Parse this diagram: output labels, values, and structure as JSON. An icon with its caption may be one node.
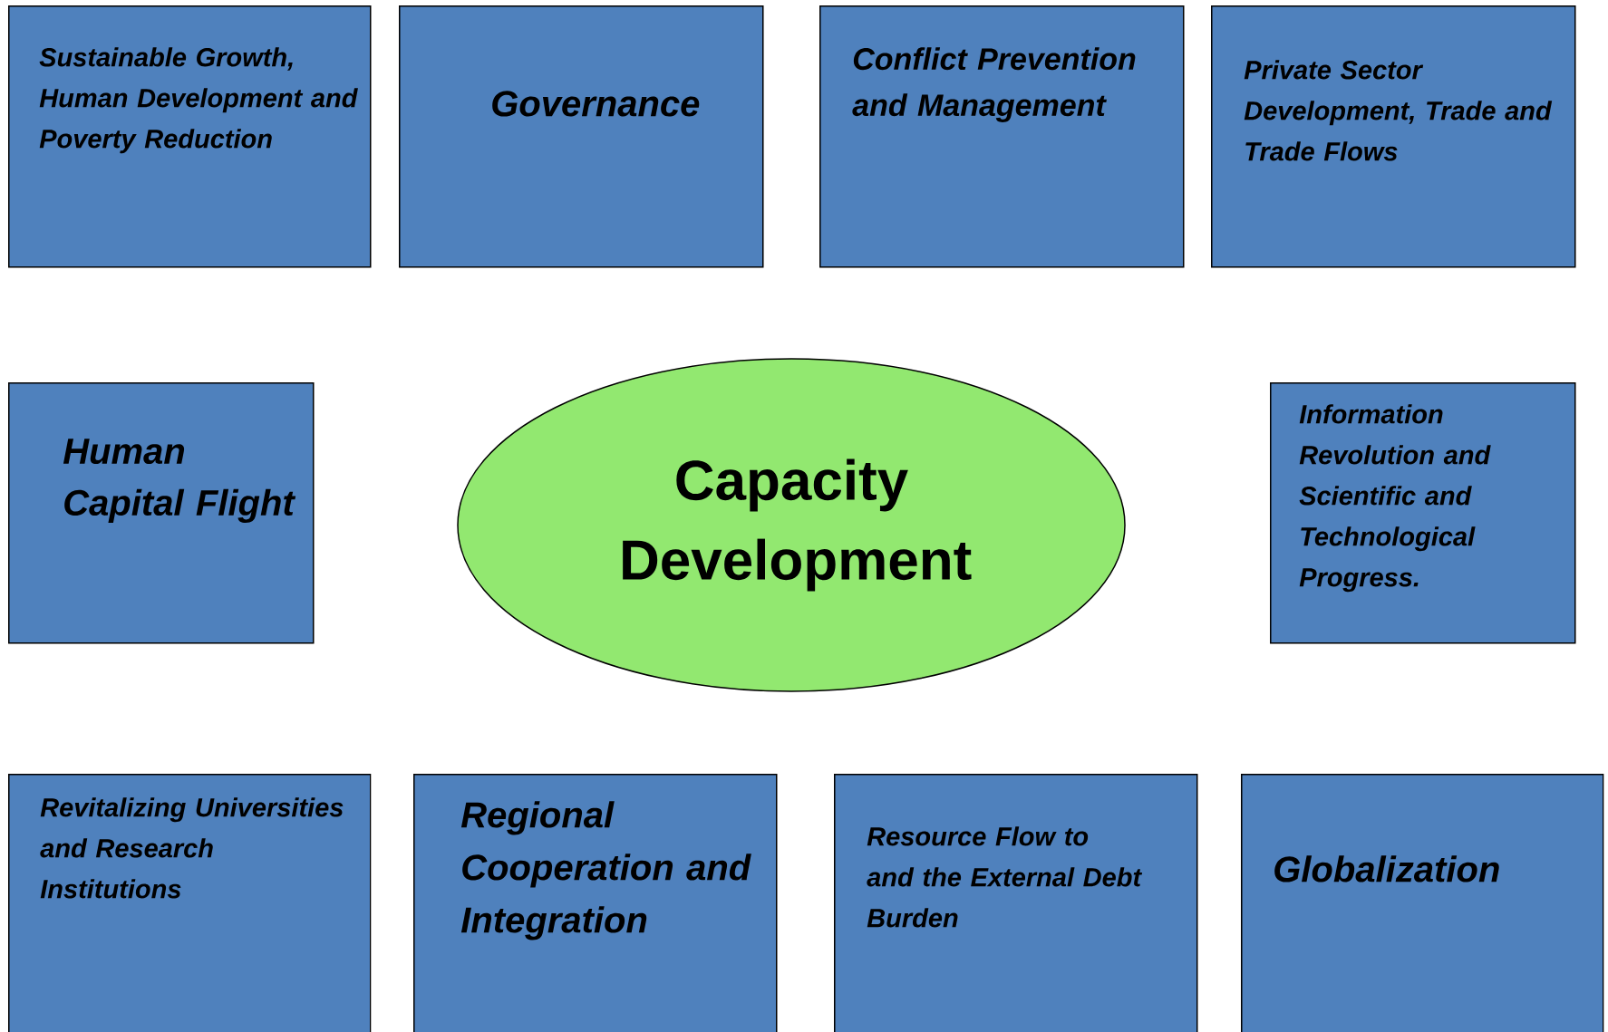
{
  "diagram": {
    "nodes": [
      {
        "text": [
          "Sustainable Growth, Human Development and Poverty Reduction"
        ]
      },
      {
        "text": [
          "Governance"
        ]
      },
      {
        "text": [
          "Conflict Prevention and Management"
        ]
      },
      {
        "text": [
          "Private Sector Development, Trade and Trade Flows"
        ]
      },
      {
        "text": [
          "Human Capital Flight"
        ]
      },
      {
        "text": [
          "Capacity Development"
        ]
      },
      {
        "text": [
          "Information Revolution and Scientific and Technological Progress."
        ]
      },
      {
        "text": [
          "Revitalizing Universities and Research Institutions"
        ]
      },
      {
        "text": [
          "Regional Cooperation and Integration"
        ]
      },
      {
        "text": [
          "Resource Flow to and the External Debt Burden"
        ]
      },
      {
        "text": [
          "Globalization"
        ]
      }
    ]
  }
}
